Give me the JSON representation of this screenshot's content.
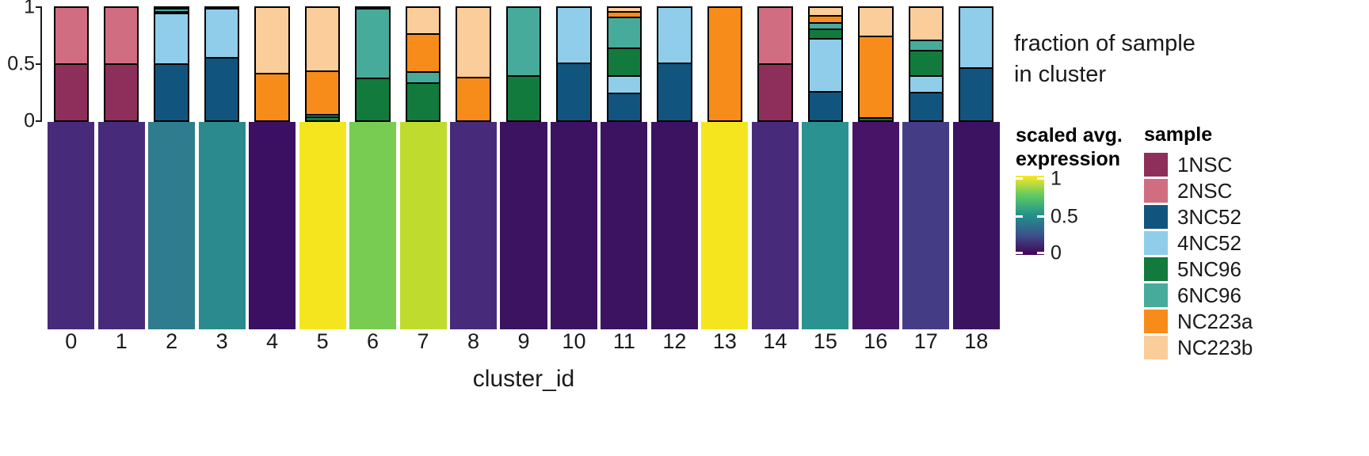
{
  "axes": {
    "y_ticks": [
      "0",
      "0.5",
      "1"
    ],
    "y_tick_values": [
      0,
      0.5,
      1
    ],
    "x_title": "cluster_id",
    "x_ticks": [
      "0",
      "1",
      "2",
      "3",
      "4",
      "5",
      "6",
      "7",
      "8",
      "9",
      "10",
      "11",
      "12",
      "13",
      "14",
      "15",
      "16",
      "17",
      "18"
    ]
  },
  "legends": {
    "fraction_title_line1": "fraction of sample",
    "fraction_title_line2": "in cluster",
    "expression": {
      "title_line1": "scaled avg.",
      "title_line2": "expression",
      "ticks": [
        "1",
        "0.5",
        "0"
      ],
      "tick_values": [
        1,
        0.5,
        0
      ],
      "gradient_stops": [
        "#fde725",
        "#5ec962",
        "#21918c",
        "#3b528b",
        "#440154"
      ]
    },
    "sample": {
      "title": "sample",
      "items": [
        {
          "label": "1NSC",
          "color": "#8e2f5b"
        },
        {
          "label": "2NSC",
          "color": "#d16d81"
        },
        {
          "label": "3NC52",
          "color": "#11557f"
        },
        {
          "label": "4NC52",
          "color": "#8fcdea"
        },
        {
          "label": "5NC96",
          "color": "#127a3c"
        },
        {
          "label": "6NC96",
          "color": "#46ab9b"
        },
        {
          "label": "NC223a",
          "color": "#f88c1a"
        },
        {
          "label": "NC223b",
          "color": "#fbcd9a"
        }
      ]
    }
  },
  "chart_data": {
    "type": "bar",
    "title": "",
    "xlabel": "cluster_id",
    "ylabel": "fraction of sample in cluster",
    "ylim": [
      0,
      1
    ],
    "grid": false,
    "legend_position": "right",
    "stacked": true,
    "categories": [
      "0",
      "1",
      "2",
      "3",
      "4",
      "5",
      "6",
      "7",
      "8",
      "9",
      "10",
      "11",
      "12",
      "13",
      "14",
      "15",
      "16",
      "17",
      "18"
    ],
    "series": [
      {
        "name": "1NSC",
        "color": "#8e2f5b",
        "values": [
          0.49,
          0.49,
          0.0,
          0.0,
          0.0,
          0.0,
          0.0,
          0.0,
          0.0,
          0.0,
          0.0,
          0.0,
          0.0,
          0.0,
          0.49,
          0.0,
          0.0,
          0.0,
          0.0
        ]
      },
      {
        "name": "2NSC",
        "color": "#d16d81",
        "values": [
          0.51,
          0.51,
          0.0,
          0.0,
          0.0,
          0.0,
          0.0,
          0.0,
          0.0,
          0.0,
          0.0,
          0.0,
          0.0,
          0.0,
          0.51,
          0.0,
          0.0,
          0.0,
          0.0
        ]
      },
      {
        "name": "3NC52",
        "color": "#11557f",
        "values": [
          0.0,
          0.0,
          0.5,
          0.555,
          0.0,
          0.0,
          0.0,
          0.0,
          0.0,
          0.0,
          0.5,
          0.235,
          0.5,
          0.0,
          0.0,
          0.245,
          0.0,
          0.24,
          0.455
        ]
      },
      {
        "name": "4NC52",
        "color": "#8fcdea",
        "values": [
          0.0,
          0.0,
          0.455,
          0.435,
          0.0,
          0.0,
          0.0,
          0.0,
          0.0,
          0.0,
          0.5,
          0.155,
          0.5,
          0.0,
          0.0,
          0.475,
          0.0,
          0.145,
          0.545
        ]
      },
      {
        "name": "5NC96",
        "color": "#127a3c",
        "values": [
          0.0,
          0.0,
          0.015,
          0.0,
          0.0,
          0.02,
          0.37,
          0.325,
          0.0,
          0.385,
          0.0,
          0.245,
          0.0,
          0.0,
          0.0,
          0.085,
          0.015,
          0.225,
          0.0
        ]
      },
      {
        "name": "6NC96",
        "color": "#46ab9b",
        "values": [
          0.0,
          0.0,
          0.025,
          0.0,
          0.0,
          0.025,
          0.62,
          0.1,
          0.0,
          0.615,
          0.0,
          0.275,
          0.0,
          0.0,
          0.0,
          0.055,
          0.0,
          0.095,
          0.0
        ]
      },
      {
        "name": "NC223a",
        "color": "#f88c1a",
        "values": [
          0.0,
          0.0,
          0.005,
          0.01,
          0.405,
          0.385,
          0.0,
          0.335,
          0.375,
          0.0,
          0.0,
          0.05,
          0.0,
          1.0,
          0.0,
          0.065,
          0.725,
          0.0,
          0.0
        ]
      },
      {
        "name": "NC223b",
        "color": "#fbcd9a",
        "values": [
          0.0,
          0.0,
          0.0,
          0.0,
          0.595,
          0.57,
          0.01,
          0.24,
          0.625,
          0.0,
          0.0,
          0.04,
          0.0,
          0.0,
          0.0,
          0.075,
          0.26,
          0.295,
          0.0
        ]
      }
    ],
    "heatmap_row": {
      "name": "scaled avg. expression",
      "categories": [
        "0",
        "1",
        "2",
        "3",
        "4",
        "5",
        "6",
        "7",
        "8",
        "9",
        "10",
        "11",
        "12",
        "13",
        "14",
        "15",
        "16",
        "17",
        "18"
      ],
      "values": [
        0.25,
        0.26,
        0.52,
        0.58,
        0.12,
        1.0,
        0.88,
        0.92,
        0.25,
        0.17,
        0.1,
        0.13,
        0.13,
        1.0,
        0.26,
        0.62,
        0.11,
        0.31,
        0.08
      ],
      "colors": [
        "#472b7a",
        "#472b7a",
        "#2f7c8f",
        "#2a8a8e",
        "#3b0f62",
        "#f5e51e",
        "#77cc51",
        "#bfdc2e",
        "#472b7a",
        "#3c1361",
        "#3c1361",
        "#3c1361",
        "#3c1361",
        "#f5e51e",
        "#472b7a",
        "#2a9391",
        "#481467",
        "#453c86",
        "#3c1361"
      ]
    }
  }
}
